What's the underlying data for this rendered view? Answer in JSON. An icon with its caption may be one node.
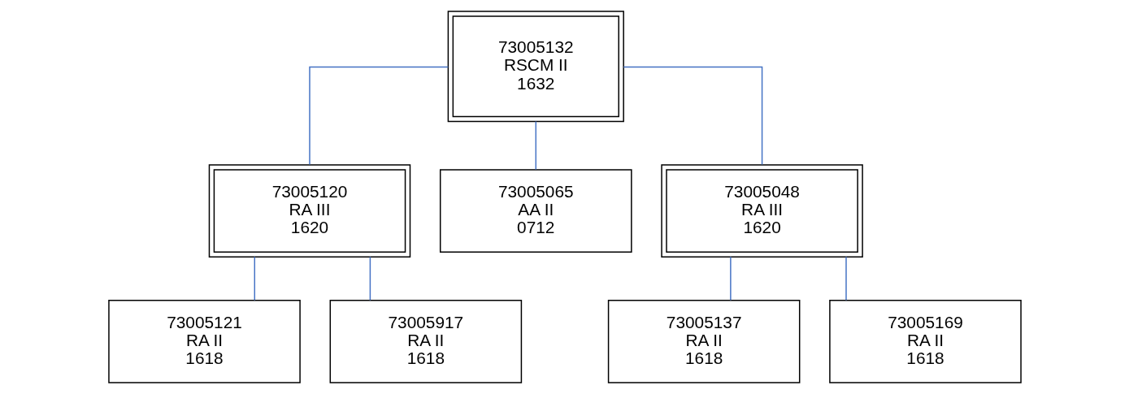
{
  "diagram": {
    "nodes": [
      {
        "text": [
          "73005132 RSCM II 1632"
        ]
      },
      {
        "text": [
          "73005120 RA III 1620"
        ]
      },
      {
        "text": [
          "73005065 AA II 0712"
        ]
      },
      {
        "text": [
          "73005048 RA III 1620"
        ]
      },
      {
        "text": [
          "73005121 RA II 1618"
        ]
      },
      {
        "text": [
          "73005917 RA II 1618"
        ]
      },
      {
        "text": [
          "73005137 RA II 1618"
        ]
      },
      {
        "text": [
          "73005169 RA II 1618"
        ]
      }
    ],
    "edges": [
      {
        "from": 0,
        "to": 1,
        "arrow": "none"
      },
      {
        "from": 0,
        "to": 2,
        "arrow": "none"
      },
      {
        "from": 0,
        "to": 3,
        "arrow": "none"
      },
      {
        "from": 1,
        "to": 4,
        "arrow": "none"
      },
      {
        "from": 1,
        "to": 5,
        "arrow": "none"
      },
      {
        "from": 3,
        "to": 6,
        "arrow": "none"
      },
      {
        "from": 3,
        "to": 7,
        "arrow": "none"
      }
    ]
  }
}
